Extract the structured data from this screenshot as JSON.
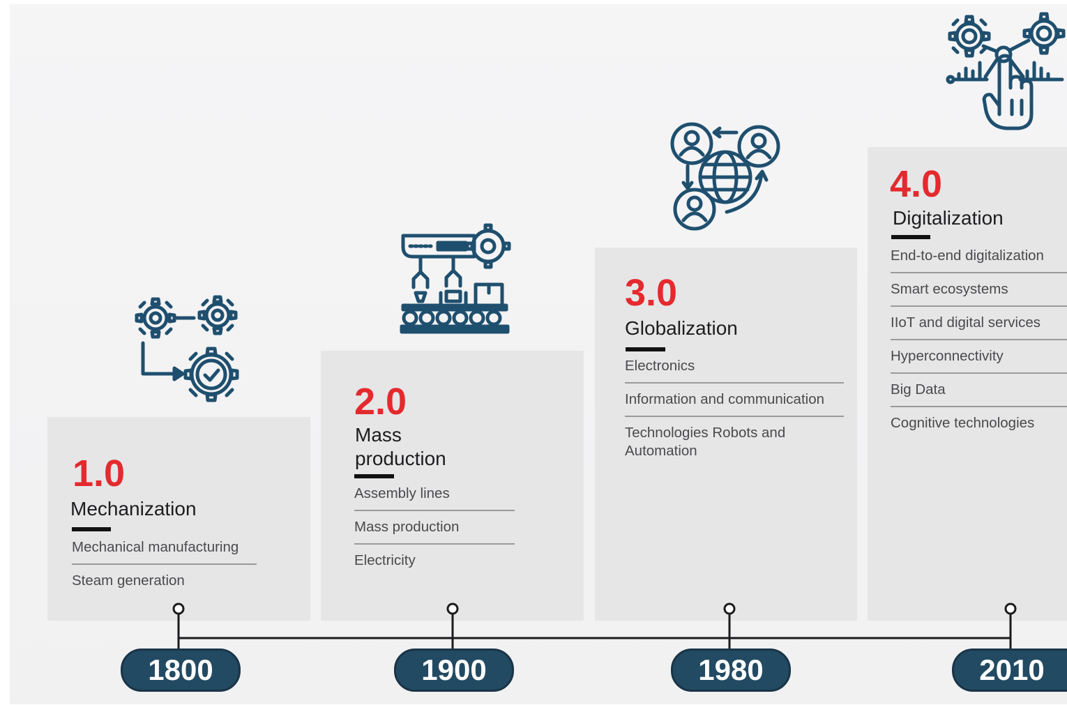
{
  "eras": [
    {
      "number": "1.0",
      "title": "Mechanization",
      "items": [
        "Mechanical manufacturing",
        "Steam generation"
      ],
      "year": "1800"
    },
    {
      "number": "2.0",
      "title": "Mass production",
      "items": [
        "Assembly lines",
        "Mass production",
        "Electricity"
      ],
      "year": "1900"
    },
    {
      "number": "3.0",
      "title": "Globalization",
      "items": [
        "Electronics",
        "Information and communication",
        "Technologies Robots and Automation"
      ],
      "year": "1980"
    },
    {
      "number": "4.0",
      "title": "Digitalization",
      "items": [
        "End-to-end digitalization",
        "Smart ecosystems",
        "IIoT and digital services",
        "Hyperconnectivity",
        "Big Data",
        "Cognitive technologies"
      ],
      "year": "2010"
    }
  ],
  "icons": [
    "gears-process-icon",
    "assembly-line-icon",
    "global-network-icon",
    "digital-touch-icon"
  ],
  "colors": {
    "accent_red": "#e42a2e",
    "icon_blue": "#1f4f6e",
    "year_pill": "#234a63",
    "card_bg": "#e6e6e7"
  }
}
